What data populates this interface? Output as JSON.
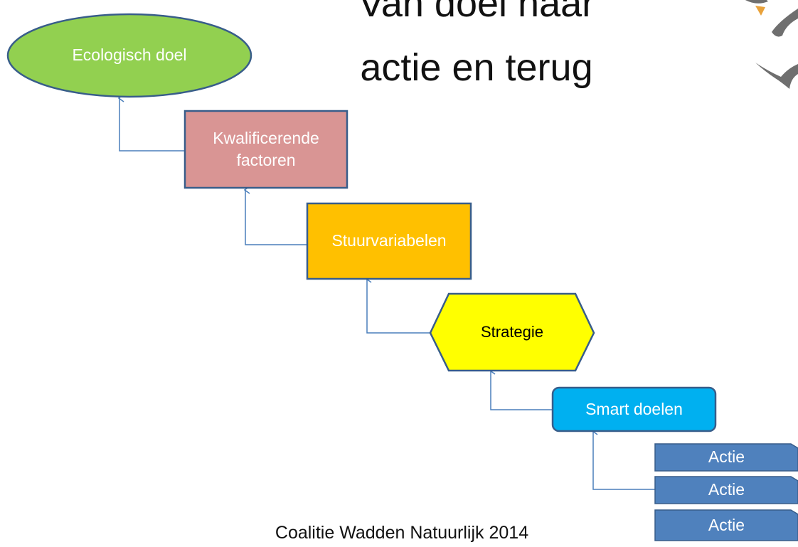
{
  "title": {
    "line1": "Van doel naar",
    "line2": "actie en terug"
  },
  "nodes": {
    "ecologisch_doel": {
      "label": "Ecologisch doel",
      "fill": "#92d050",
      "text_color": "#ffffff"
    },
    "kwalificerende": {
      "label": "Kwalificerende\nfactoren",
      "fill": "#d99594",
      "text_color": "#ffffff"
    },
    "stuurvariabelen": {
      "label": "Stuurvariabelen",
      "fill": "#ffc000",
      "text_color": "#ffffff"
    },
    "strategie": {
      "label": "Strategie",
      "fill": "#ffff00",
      "text_color": "#000000"
    },
    "smart_doelen": {
      "label": "Smart doelen",
      "fill": "#00b0f0",
      "text_color": "#ffffff"
    },
    "acties": [
      {
        "label": "Actie"
      },
      {
        "label": "Actie"
      },
      {
        "label": "Actie"
      }
    ]
  },
  "colors": {
    "connector": "#4a7ebb",
    "node_border": "#385d8a",
    "actie_fill": "#4f81bd"
  },
  "footer": "Coalitie Wadden Natuurlijk 2014"
}
